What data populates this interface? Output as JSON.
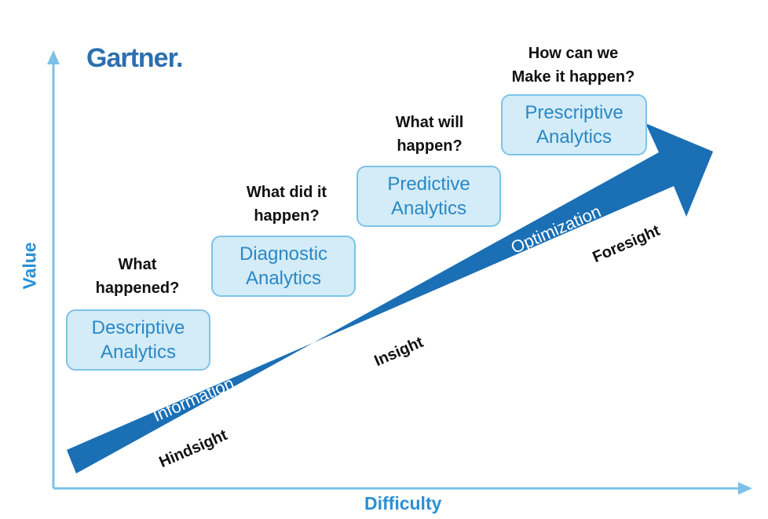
{
  "brand": {
    "logo": "Gartner."
  },
  "axes": {
    "x_label": "Difficulty",
    "y_label": "Value"
  },
  "stages": [
    {
      "question_line1": "What",
      "question_line2": "happened?",
      "box_line1": "Descriptive",
      "box_line2": "Analytics"
    },
    {
      "question_line1": "What did it",
      "question_line2": "happen?",
      "box_line1": "Diagnostic",
      "box_line2": "Analytics"
    },
    {
      "question_line1": "What will",
      "question_line2": "happen?",
      "box_line1": "Predictive",
      "box_line2": "Analytics"
    },
    {
      "question_line1": "How can we",
      "question_line2": "Make it happen?",
      "box_line1": "Prescriptive",
      "box_line2": "Analytics"
    }
  ],
  "arrow_labels": {
    "information": "Information",
    "optimization": "Optimization"
  },
  "sight_labels": {
    "hindsight": "Hindsight",
    "insight": "Insight",
    "foresight": "Foresight"
  },
  "colors": {
    "axis": "#7dc1e6",
    "arrow": "#1a6fb5",
    "box_fill": "#d3ecf8",
    "box_border": "#7ec3e6",
    "box_text": "#2b88c4",
    "logo": "#2c6fb0"
  }
}
